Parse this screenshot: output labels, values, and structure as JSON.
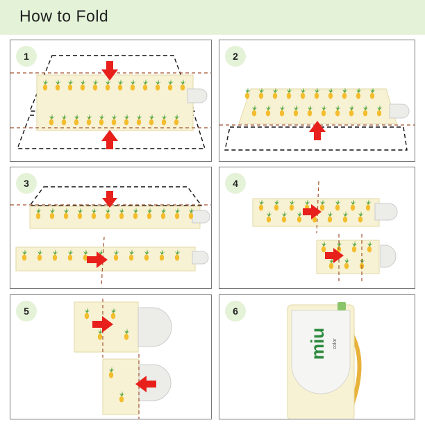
{
  "header": {
    "title": "How to Fold"
  },
  "steps": [
    {
      "number": "1"
    },
    {
      "number": "2"
    },
    {
      "number": "3"
    },
    {
      "number": "4"
    },
    {
      "number": "5"
    },
    {
      "number": "6"
    }
  ],
  "logo": {
    "mark": "miu",
    "tagline": "color"
  },
  "colors": {
    "header_bg": "#e4f2d8",
    "badge_bg": "#e4f2d8",
    "mat": "#f8f2d4",
    "mat_edge": "#e2d8a6",
    "pineapple": "#f3bd2e",
    "leaf": "#5aa847",
    "arrow": "#e8201c",
    "guide_line": "#a0522d",
    "flap": "#ecece8"
  }
}
